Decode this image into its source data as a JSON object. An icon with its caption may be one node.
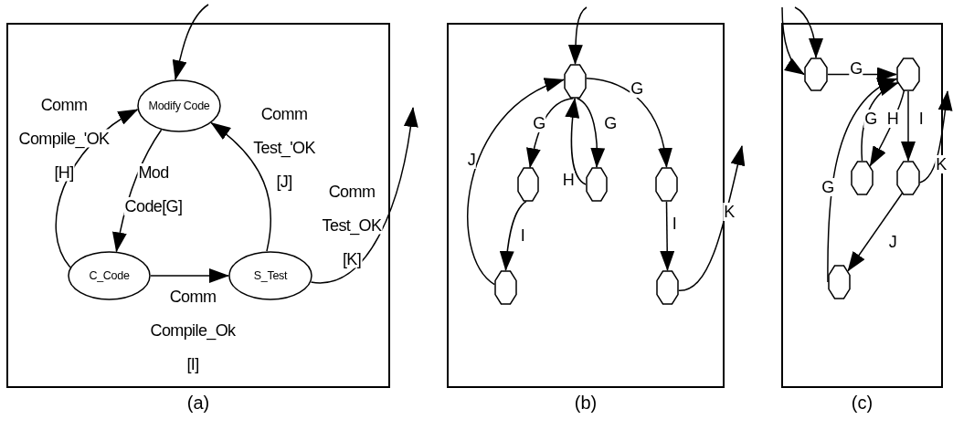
{
  "diagram": {
    "nodes": [
      {
        "text": [],
        "shape": "box",
        "beside": [
          "(a)"
        ]
      },
      {
        "text": [
          "Modify Code"
        ],
        "in": 0
      },
      {
        "text": [
          "C_Code"
        ],
        "in": 0
      },
      {
        "text": [
          "S_Test"
        ],
        "in": 0
      },
      {
        "text": [],
        "shape": "box",
        "beside": [
          "(b)"
        ]
      },
      {
        "text": [],
        "shape": "octagon",
        "in": 4
      },
      {
        "text": [],
        "shape": "octagon",
        "in": 4
      },
      {
        "text": [],
        "shape": "octagon",
        "in": 4
      },
      {
        "text": [],
        "shape": "octagon",
        "in": 4
      },
      {
        "text": [],
        "shape": "octagon",
        "in": 4
      },
      {
        "text": [],
        "shape": "octagon",
        "in": 4
      },
      {
        "text": [],
        "shape": "box",
        "beside": [
          "(c)"
        ]
      },
      {
        "text": [],
        "shape": "octagon",
        "in": 11
      },
      {
        "text": [],
        "shape": "octagon",
        "in": 11
      },
      {
        "text": [],
        "shape": "octagon",
        "in": 11
      },
      {
        "text": [],
        "shape": "octagon",
        "in": 11
      },
      {
        "text": [],
        "shape": "octagon",
        "in": 11
      }
    ],
    "edges": [
      {
        "from": null,
        "to": 1,
        "arrow": "to"
      },
      {
        "from": 2,
        "to": 1,
        "arrow": "to",
        "label": "Comm Compile_'OK [H]"
      },
      {
        "from": 1,
        "to": 2,
        "arrow": "to",
        "label": "Mod Code[G]"
      },
      {
        "from": 3,
        "to": 1,
        "arrow": "to",
        "label": "Comm Test_'OK [J]"
      },
      {
        "from": 2,
        "to": 3,
        "arrow": "to",
        "label": "Comm Compile_Ok [I]"
      },
      {
        "from": 3,
        "to": null,
        "arrow": "to",
        "label": "Comm Test_OK [K]"
      },
      {
        "from": null,
        "to": 5,
        "arrow": "to"
      },
      {
        "from": 5,
        "to": 6,
        "arrow": "to",
        "label": "G"
      },
      {
        "from": 5,
        "to": 7,
        "arrow": "to",
        "label": "G"
      },
      {
        "from": 7,
        "to": 5,
        "arrow": "to",
        "label": "H"
      },
      {
        "from": 5,
        "to": 8,
        "arrow": "to",
        "label": "G"
      },
      {
        "from": 6,
        "to": 9,
        "arrow": "to",
        "label": "I"
      },
      {
        "from": 8,
        "to": 10,
        "arrow": "to",
        "label": "I"
      },
      {
        "from": 9,
        "to": 5,
        "arrow": "to",
        "label": "J"
      },
      {
        "from": 10,
        "to": null,
        "arrow": "to",
        "label": "K"
      },
      {
        "from": null,
        "to": 12,
        "arrow": "to"
      },
      {
        "from": null,
        "to": 12,
        "arrow": "to"
      },
      {
        "from": 12,
        "to": 13,
        "arrow": "to",
        "label": "G"
      },
      {
        "from": 13,
        "to": 14,
        "arrow": "to",
        "label": "H"
      },
      {
        "from": 14,
        "to": 13,
        "arrow": "to",
        "label": "G"
      },
      {
        "from": 13,
        "to": 15,
        "arrow": "to",
        "label": "I"
      },
      {
        "from": 15,
        "to": 16,
        "arrow": "to",
        "label": "J"
      },
      {
        "from": 16,
        "to": 13,
        "arrow": "to",
        "label": "G"
      },
      {
        "from": 15,
        "to": null,
        "arrow": "to",
        "label": "K"
      }
    ]
  }
}
